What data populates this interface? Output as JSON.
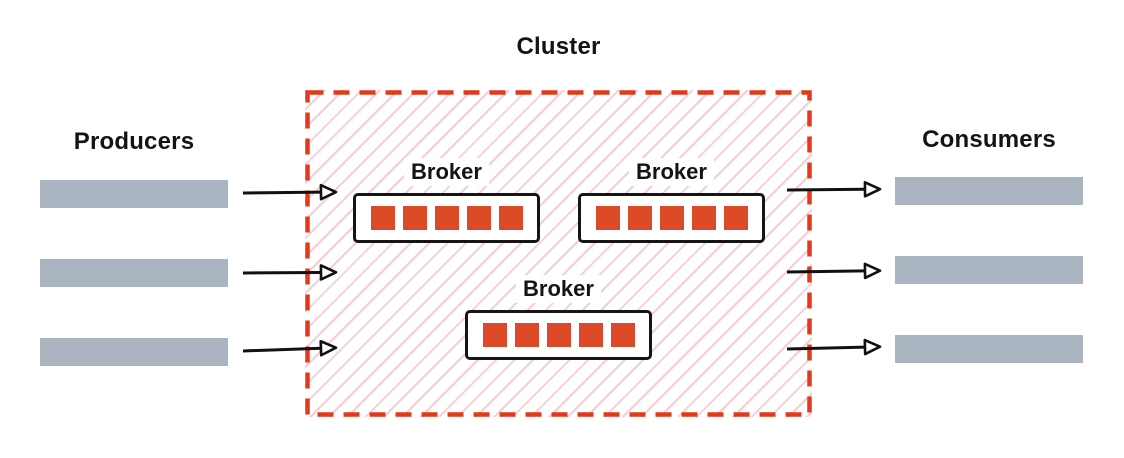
{
  "labels": {
    "cluster": "Cluster",
    "producers": "Producers",
    "consumers": "Consumers"
  },
  "brokers": [
    {
      "label": "Broker",
      "partitions": 5
    },
    {
      "label": "Broker",
      "partitions": 5
    },
    {
      "label": "Broker",
      "partitions": 5
    }
  ],
  "producers": {
    "count": 3
  },
  "consumers": {
    "count": 3
  },
  "colors": {
    "cluster_border": "#e2391b",
    "hatch_pink": "#f8ccd4",
    "partition_red": "#dc4a28",
    "queue_gray": "#aab5c1",
    "ink": "#141414"
  }
}
